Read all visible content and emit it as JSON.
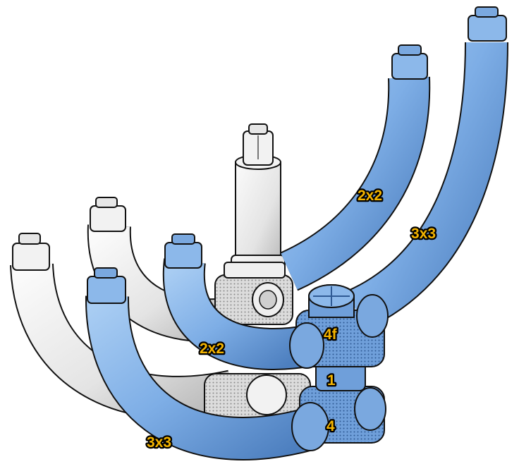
{
  "colors": {
    "blue_tube": "#7eaee6",
    "blue_dark": "#4d7fbf",
    "white_tube": "#ececec",
    "white_dark": "#b8b8b8",
    "outline": "#111111",
    "label_fill": "#f4b400",
    "label_stroke": "#000000"
  },
  "labels": {
    "upper_right_2x2": "2x2",
    "upper_right_3x3": "3x3",
    "front_2x2": "2x2",
    "front_3x3": "3x3",
    "node_4f": "4f",
    "node_1": "1",
    "node_4": "4"
  }
}
